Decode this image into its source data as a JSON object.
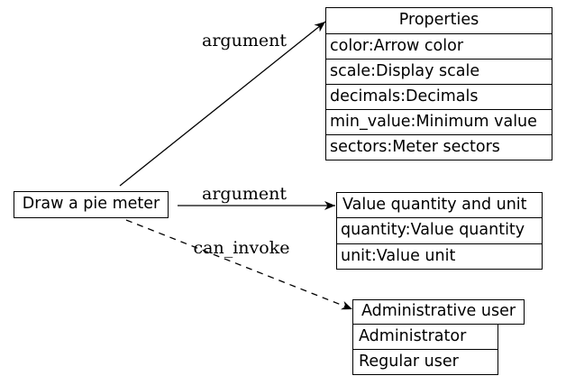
{
  "diagram": {
    "background_color": "#ffffff",
    "line_color": "#000000",
    "text_color": "#000000",
    "nodes": {
      "draw": {
        "label": "Draw a pie meter"
      },
      "properties": {
        "title": "Properties",
        "rows": [
          "color:Arrow color",
          "scale:Display scale",
          "decimals:Decimals",
          "min_value:Minimum value",
          "sectors:Meter sectors"
        ]
      },
      "value": {
        "title": "Value quantity and unit",
        "rows": [
          "quantity:Value quantity",
          "unit:Value unit"
        ]
      },
      "admin": {
        "title": "Administrative user",
        "rows": [
          "Administrator",
          "Regular user"
        ]
      }
    },
    "edges": [
      {
        "label": "argument",
        "style": "solid",
        "from": "Draw a pie meter",
        "to": "Properties"
      },
      {
        "label": "argument",
        "style": "solid",
        "from": "Draw a pie meter",
        "to": "Value quantity and unit"
      },
      {
        "label": "can_invoke",
        "style": "dashed",
        "from": "Draw a pie meter",
        "to": "Administrative user"
      }
    ]
  }
}
